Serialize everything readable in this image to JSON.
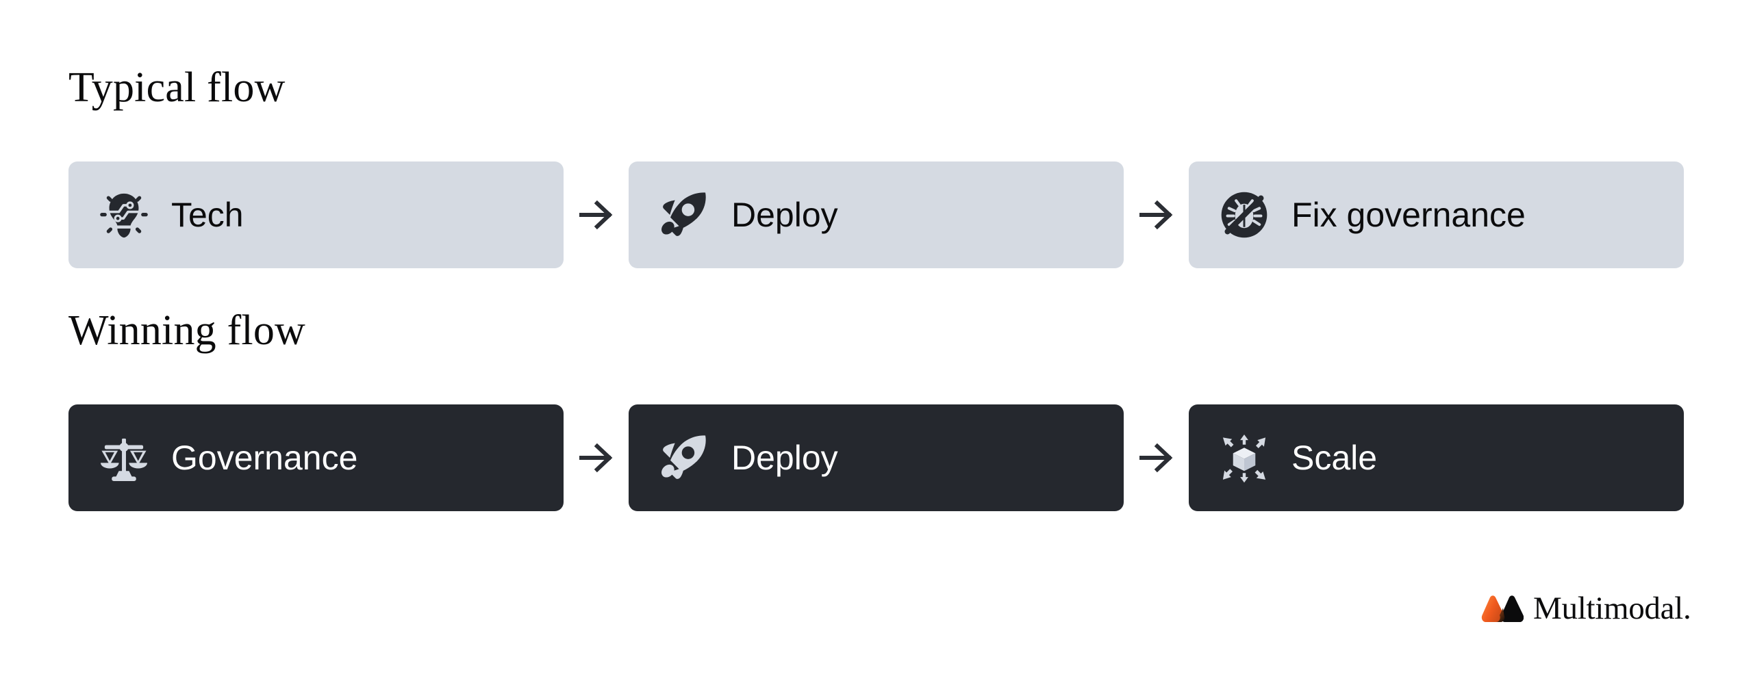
{
  "page": {
    "background_color": "#FFFFFF"
  },
  "sections": [
    {
      "heading": "Typical flow",
      "style": "light",
      "card_bg": "#D5DAE2",
      "icon_color": "#25282E",
      "label_color": "#0B0B0C",
      "steps": [
        {
          "label": "Tech",
          "icon": "lightbulb-circuit-icon"
        },
        {
          "label": "Deploy",
          "icon": "rocket-icon"
        },
        {
          "label": "Fix governance",
          "icon": "bug-slash-circle-icon"
        }
      ],
      "separator_icon": "arrow-right-icon"
    },
    {
      "heading": "Winning flow",
      "style": "dark",
      "card_bg": "#25282E",
      "icon_color": "#D5DAE2",
      "label_color": "#FFFFFF",
      "steps": [
        {
          "label": "Governance",
          "icon": "balance-scales-icon"
        },
        {
          "label": "Deploy",
          "icon": "rocket-icon"
        },
        {
          "label": "Scale",
          "icon": "cube-expand-arrows-icon"
        }
      ],
      "separator_icon": "arrow-right-icon"
    }
  ],
  "logo": {
    "wordmark": "Multimodal.",
    "mark_icon": "multimodal-triangles-logo",
    "mark_color_primary": "#F26321",
    "mark_color_secondary": "#0B0B0C"
  }
}
